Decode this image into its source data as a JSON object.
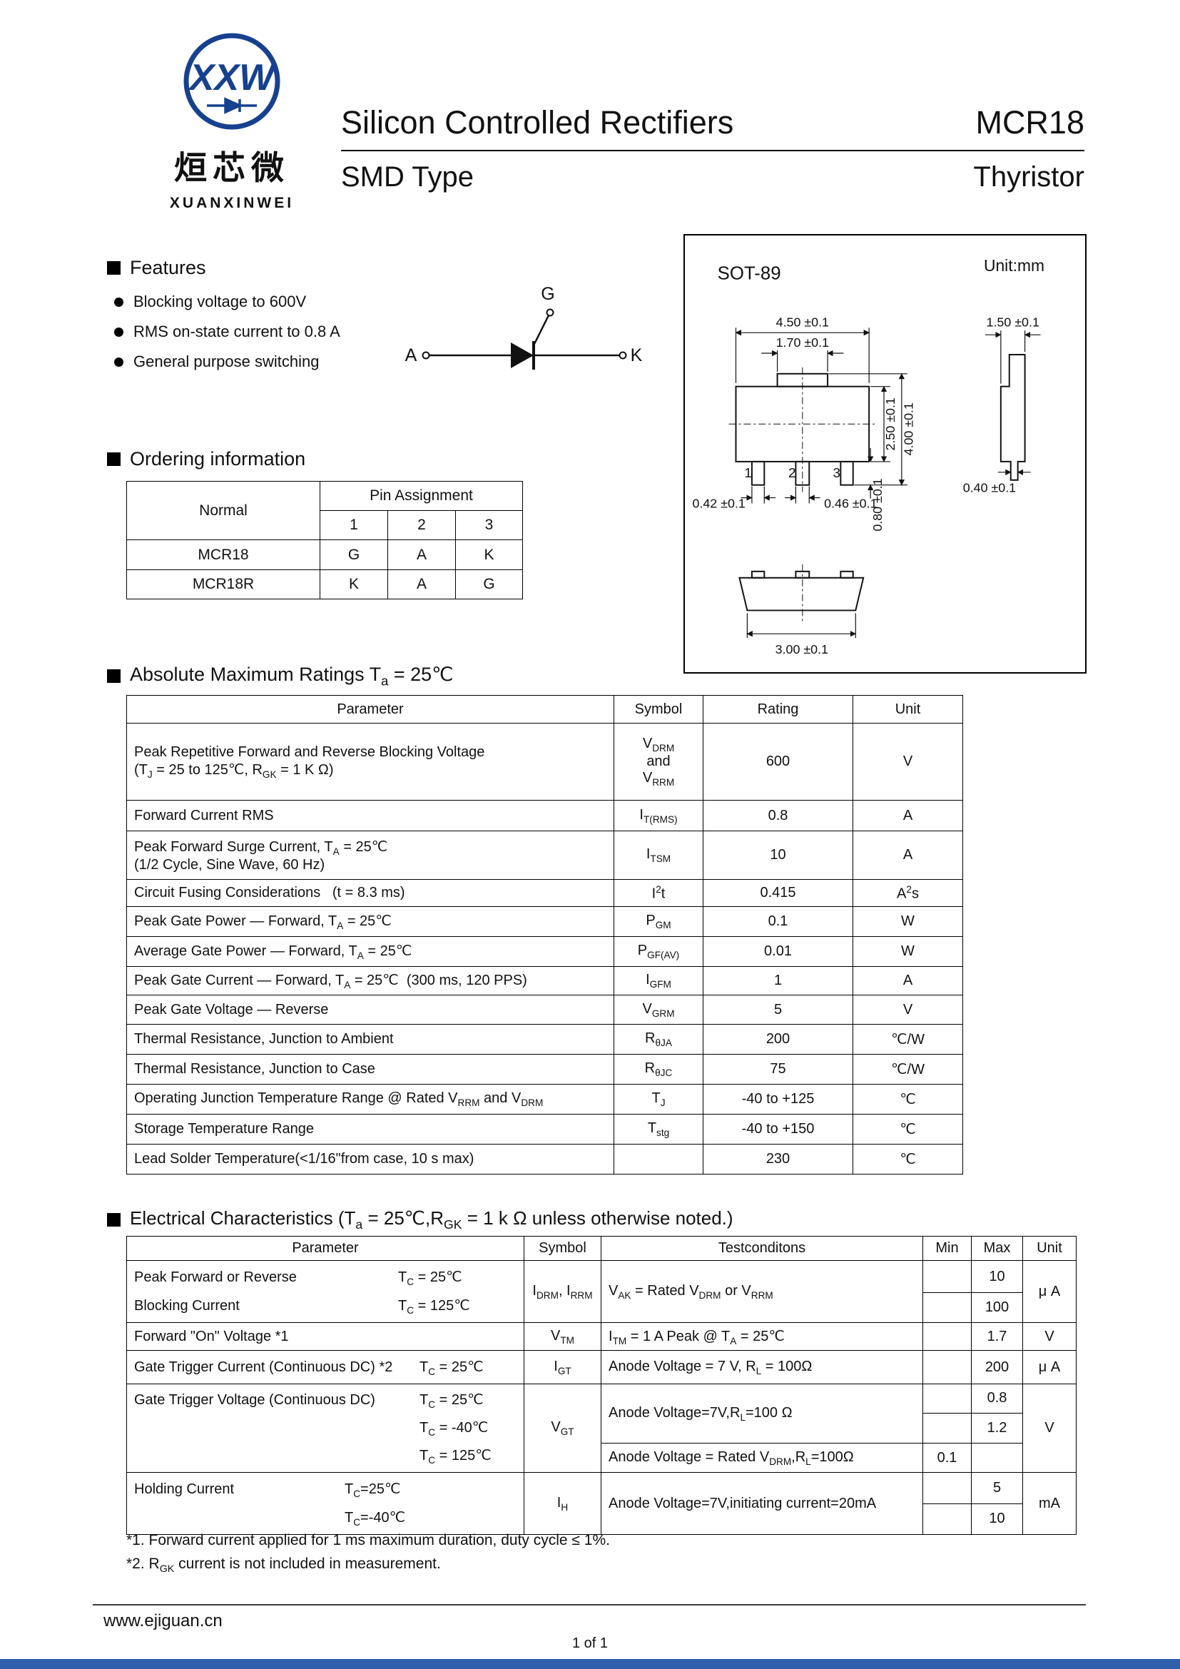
{
  "logo": {
    "monogram": "XXW",
    "cn": "烜芯微",
    "en": "XUANXINWEI"
  },
  "header": {
    "title": "Silicon Controlled Rectifiers",
    "part": "MCR18",
    "subtitle": "SMD Type",
    "type": "Thyristor"
  },
  "features": {
    "heading": "Features",
    "items": [
      "Blocking voltage to 600V",
      "RMS on-state current to 0.8 A",
      "General purpose switching"
    ]
  },
  "symbol": {
    "gate": "G",
    "anode": "A",
    "cathode": "K"
  },
  "package": {
    "name": "SOT-89",
    "unit": "Unit:mm",
    "pins": [
      "1",
      "2",
      "3"
    ],
    "dims": {
      "body_w": "4.50 ±0.1",
      "tab_w": "1.70 ±0.1",
      "thickness": "1.50 ±0.1",
      "body_h": "2.50 ±0.1",
      "total_h": "4.00 ±0.1",
      "pin1_w": "0.42 ±0.1",
      "pin2_w": "0.46 ±0.1",
      "pin_len": "0.80 ±0.1",
      "lead_t": "0.40 ±0.1",
      "bottom_w": "3.00 ±0.1"
    }
  },
  "ordering": {
    "heading": "Ordering information",
    "col_normal": "Normal",
    "col_pin": "Pin Assignment",
    "pin_cols": [
      "1",
      "2",
      "3"
    ],
    "rows": [
      {
        "name": "MCR18",
        "pins": [
          "G",
          "A",
          "K"
        ]
      },
      {
        "name": "MCR18R",
        "pins": [
          "K",
          "A",
          "G"
        ]
      }
    ]
  },
  "abs_max": {
    "heading_html": "Absolute Maximum Ratings T<sub>a</sub> = 25℃",
    "columns": [
      "Parameter",
      "Symbol",
      "Rating",
      "Unit"
    ],
    "rows": [
      {
        "param_html": "Peak Repetitive Forward and Reverse Blocking Voltage<br>(T<sub>J</sub> = 25 to 125℃, R<sub>GK</sub> = 1 K Ω)",
        "symbol_html": "V<sub>DRM</sub><br>and<br>V<sub>RRM</sub>",
        "rating": "600",
        "unit_html": "V"
      },
      {
        "param_html": "Forward Current RMS",
        "symbol_html": "I<sub>T(RMS)</sub>",
        "rating": "0.8",
        "unit_html": "A"
      },
      {
        "param_html": "Peak Forward Surge Current, T<sub>A</sub> = 25℃<br>(1/2 Cycle, Sine Wave, 60 Hz)",
        "symbol_html": "I<sub>TSM</sub>",
        "rating": "10",
        "unit_html": "A"
      },
      {
        "param_html": "Circuit Fusing Considerations&nbsp;&nbsp;&nbsp;(t = 8.3 ms)",
        "symbol_html": "I<sup>2</sup>t",
        "rating": "0.415",
        "unit_html": "A<sup>2</sup>s"
      },
      {
        "param_html": "Peak Gate Power — Forward, T<sub>A</sub> = 25℃",
        "symbol_html": "P<sub>GM</sub>",
        "rating": "0.1",
        "unit_html": "W"
      },
      {
        "param_html": "Average Gate Power — Forward, T<sub>A</sub> = 25℃",
        "symbol_html": "P<sub>GF(AV)</sub>",
        "rating": "0.01",
        "unit_html": "W"
      },
      {
        "param_html": "Peak Gate Current — Forward, T<sub>A</sub> = 25℃&nbsp;&nbsp;(300 ms, 120 PPS)",
        "symbol_html": "I<sub>GFM</sub>",
        "rating": "1",
        "unit_html": "A"
      },
      {
        "param_html": "Peak Gate Voltage — Reverse",
        "symbol_html": "V<sub>GRM</sub>",
        "rating": "5",
        "unit_html": "V"
      },
      {
        "param_html": "Thermal Resistance, Junction to Ambient",
        "symbol_html": "R<sub>θJA</sub>",
        "rating": "200",
        "unit_html": "℃/W"
      },
      {
        "param_html": "Thermal Resistance, Junction to Case",
        "symbol_html": "R<sub>θJC</sub>",
        "rating": "75",
        "unit_html": "℃/W"
      },
      {
        "param_html": "Operating Junction Temperature Range @ Rated V<sub>RRM</sub> and V<sub>DRM</sub>",
        "symbol_html": "T<sub>J</sub>",
        "rating": "-40 to +125",
        "unit_html": "℃"
      },
      {
        "param_html": "Storage Temperature Range",
        "symbol_html": "T<sub>stg</sub>",
        "rating": "-40 to +150",
        "unit_html": "℃"
      },
      {
        "param_html": "Lead Solder Temperature(&lt;1/16\"from case, 10 s max)",
        "symbol_html": "",
        "rating": "230",
        "unit_html": "℃"
      }
    ]
  },
  "elec": {
    "heading_html": "Electrical Characteristics (T<sub>a</sub> = 25℃,R<sub>GK</sub> = 1 k Ω  unless otherwise noted.)",
    "columns": [
      "Parameter",
      "Symbol",
      "Testconditons",
      "Min",
      "Max",
      "Unit"
    ],
    "blocking": {
      "p1": "Peak Forward or Reverse",
      "p1_tc_html": "T<sub>C</sub> = 25℃",
      "p2": "Blocking Current",
      "p2_tc_html": "T<sub>C</sub> = 125℃",
      "symbol_html": "I<sub>DRM</sub>, I<sub>RRM</sub>",
      "cond_html": "V<sub>AK</sub> = Rated V<sub>DRM</sub> or V<sub>RRM</sub>",
      "max1": "10",
      "max2": "100",
      "unit": "μ A"
    },
    "vtm": {
      "param": "Forward \"On\" Voltage  *1",
      "symbol_html": "V<sub>TM</sub>",
      "cond_html": "I<sub>TM</sub> = 1 A Peak @ T<sub>A</sub> = 25℃",
      "max": "1.7",
      "unit": "V"
    },
    "igt": {
      "param": "Gate Trigger Current (Continuous DC) *2",
      "tc_html": "T<sub>C</sub> = 25℃",
      "symbol_html": "I<sub>GT</sub>",
      "cond_html": "Anode Voltage = 7 V, R<sub>L</sub> = 100Ω",
      "max": "200",
      "unit": "μ A"
    },
    "vgt": {
      "param": "Gate Trigger Voltage (Continuous DC)",
      "tc1_html": "T<sub>C</sub> = 25℃",
      "tc2_html": "T<sub>C</sub> = -40℃",
      "tc3_html": "T<sub>C</sub> = 125℃",
      "symbol_html": "V<sub>GT</sub>",
      "cond12_html": "Anode Voltage=7V,R<sub>L</sub>=100 Ω",
      "cond3_html": "Anode Voltage = Rated V<sub>DRM</sub>,R<sub>L</sub>=100Ω",
      "min3": "0.1",
      "max1": "0.8",
      "max2": "1.2",
      "unit": "V"
    },
    "ih": {
      "param": "Holding Current",
      "tc1_html": "T<sub>C</sub>=25℃",
      "tc2_html": "T<sub>C</sub>=-40℃",
      "symbol_html": "I<sub>H</sub>",
      "cond": "Anode Voltage=7V,initiating current=20mA",
      "max1": "5",
      "max2": "10",
      "unit": "mA"
    }
  },
  "notes": [
    "*1. Forward current applied for 1 ms maximum duration, duty cycle ≤ 1%.",
    "*2. R<sub>GK</sub> current is not included in measurement."
  ],
  "footer": {
    "url": "www.ejiguan.cn",
    "page_num": "1 of 1",
    "accent_blue": "#2d5fac"
  }
}
